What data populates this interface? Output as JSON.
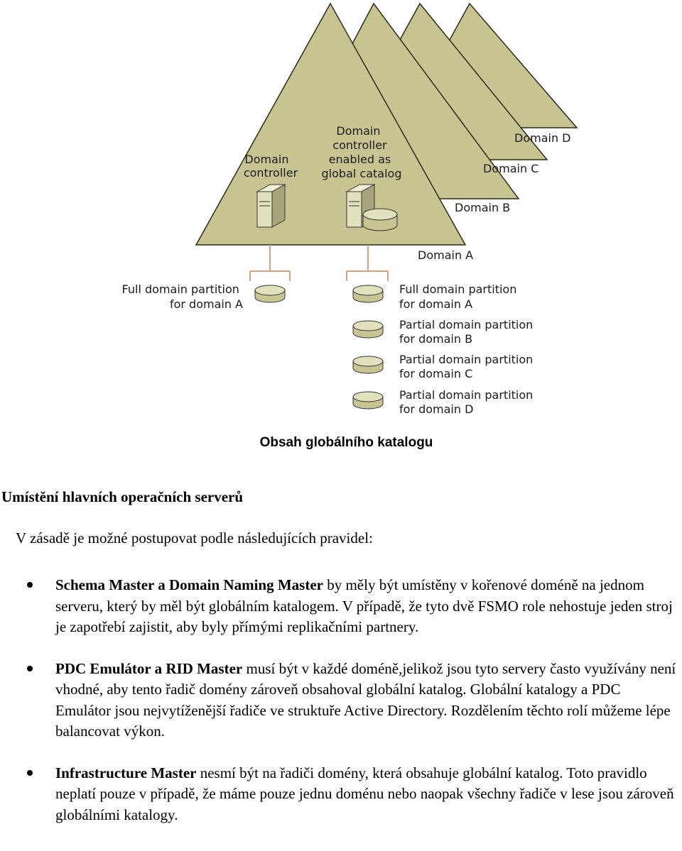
{
  "diagram": {
    "domains": [
      {
        "label": "Domain D"
      },
      {
        "label": "Domain C"
      },
      {
        "label": "Domain B"
      },
      {
        "label": "Domain A"
      }
    ],
    "servers": [
      {
        "label_lines": [
          "Domain",
          "controller"
        ]
      },
      {
        "label_lines": [
          "Domain",
          "controller",
          "enabled as",
          "global catalog"
        ]
      }
    ],
    "left_partition": {
      "lines": [
        "Full domain partition",
        "for domain A"
      ]
    },
    "right_partitions": [
      {
        "lines": [
          "Full domain partition",
          "for domain A"
        ]
      },
      {
        "lines": [
          "Partial domain partition",
          "for domain B"
        ]
      },
      {
        "lines": [
          "Partial domain partition",
          "for domain C"
        ]
      },
      {
        "lines": [
          "Partial domain partition",
          "for domain D"
        ]
      }
    ],
    "colors": {
      "triangle_fill": "#c8c491",
      "triangle_stroke": "#2b2b1a",
      "server_fill": "#e3e0bd",
      "connector": "#d9a07a"
    }
  },
  "caption": "Obsah globálního katalogu",
  "heading": "Umístění hlavních operačních serverů",
  "intro": "V zásadě je možné postupovat podle následujících pravidel:",
  "rules": [
    {
      "bold": "Schema Master a Domain Naming Master",
      "text": " by měly být umístěny v kořenové doméně na jednom serveru, který by měl být globálním katalogem. V případě, že tyto dvě FSMO role nehostuje jeden stroj je zapotřebí zajistit, aby byly přímými replikačními partnery."
    },
    {
      "bold": "PDC Emulátor a RID Master",
      "text": " musí být v každé doméně,jelikož jsou tyto servery často využívány není vhodné, aby tento řadič domény zároveň obsahoval globální katalog. Globální katalogy a PDC Emulátor jsou nejvytíženější řadiče ve struktuře Active Directory. Rozdělením těchto rolí můžeme lépe balancovat výkon."
    },
    {
      "bold": "Infrastructure Master",
      "text": " nesmí být na řadiči domény, která obsahuje globální katalog. Toto pravidlo neplatí pouze v případě, že máme pouze jednu doménu nebo naopak všechny řadiče v lese jsou zároveň globálními katalogy."
    }
  ]
}
